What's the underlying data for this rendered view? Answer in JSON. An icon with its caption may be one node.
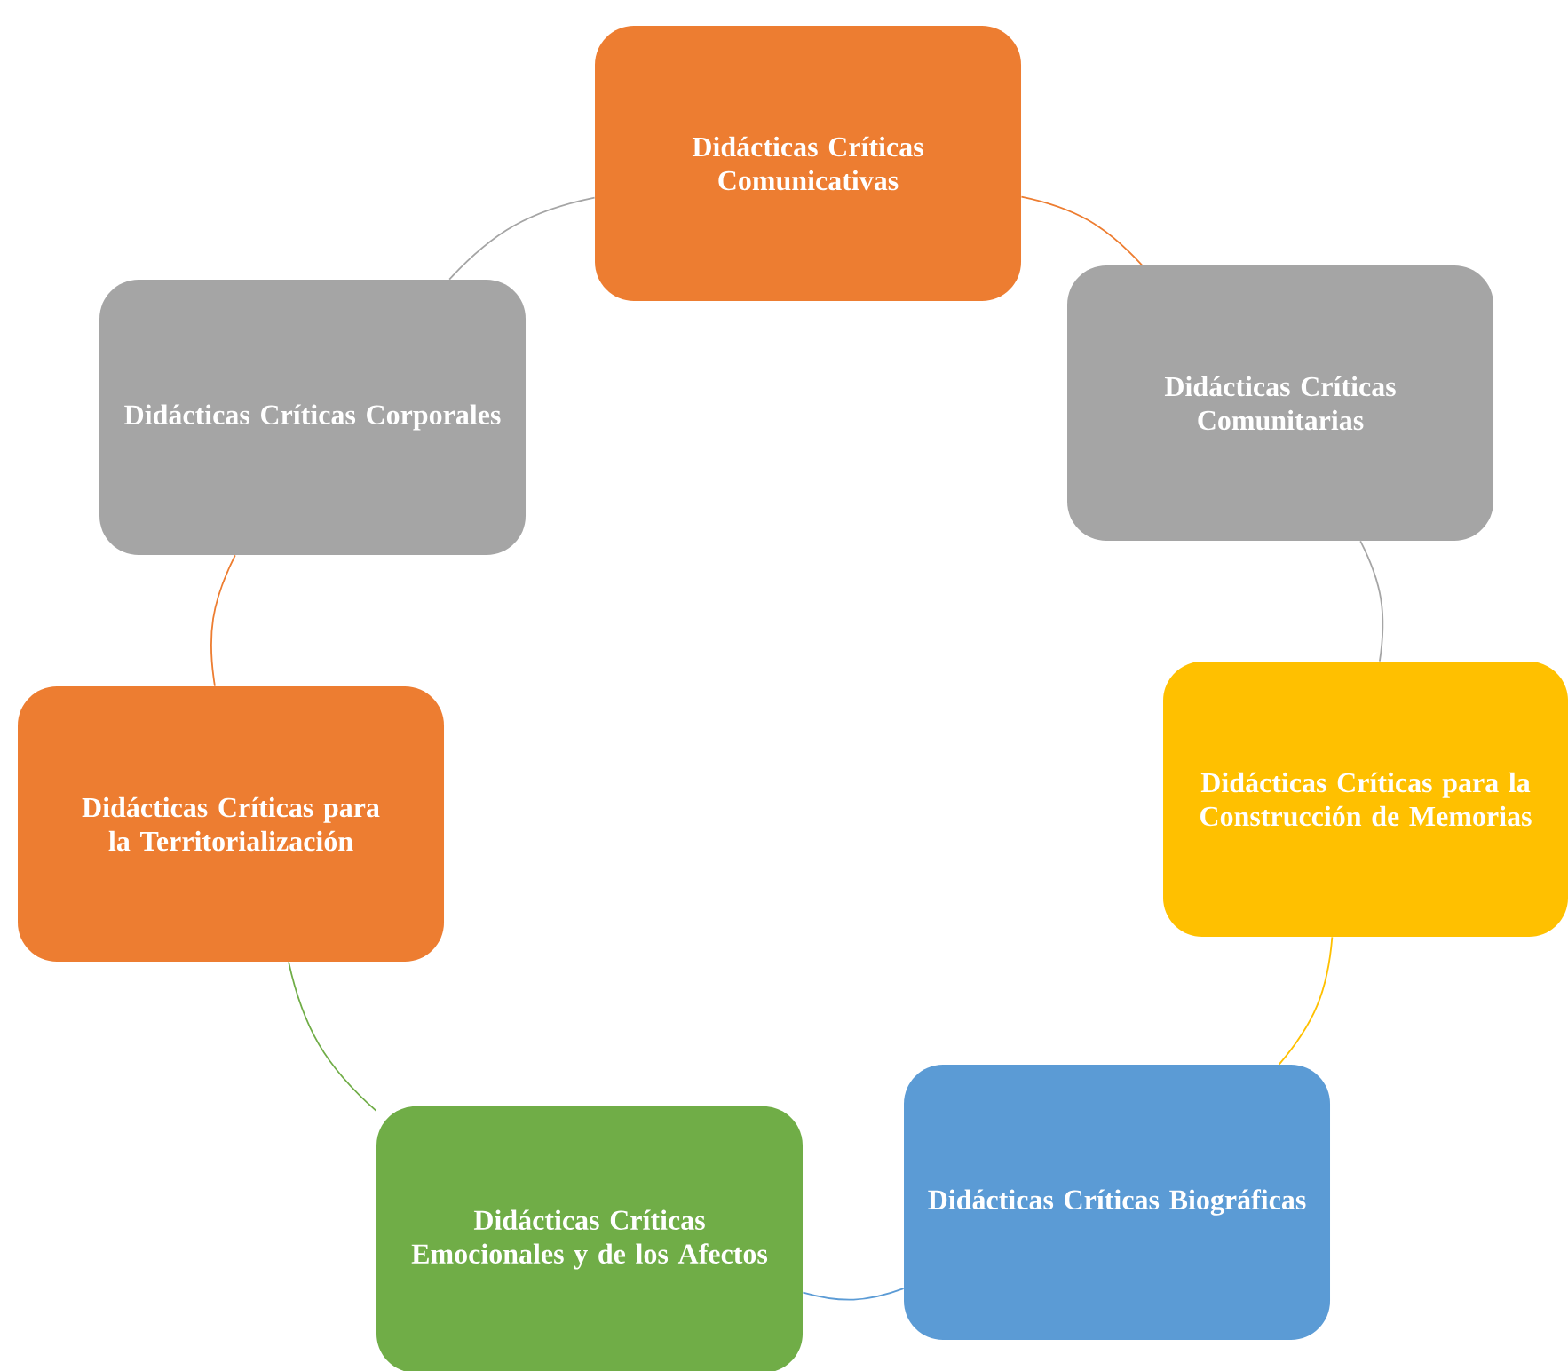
{
  "diagram": {
    "nodes": [
      {
        "text": [
          "Didácticas Críticas Comunicativas"
        ]
      },
      {
        "text": [
          "Didácticas Críticas Comunitarias"
        ]
      },
      {
        "text": [
          "Didácticas Críticas para la Construcción de Memorias"
        ]
      },
      {
        "text": [
          "Didácticas Críticas Biográficas"
        ]
      },
      {
        "text": [
          "Didácticas Críticas Emocionales y de los Afectos"
        ]
      },
      {
        "text": [
          "Didácticas Críticas para la Territorialización"
        ]
      },
      {
        "text": [
          "Didácticas Críticas Corporales"
        ]
      }
    ],
    "edges": [
      {
        "from": 0,
        "to": 1,
        "arrow": "none",
        "color": "#ed7d31"
      },
      {
        "from": 1,
        "to": 2,
        "arrow": "none",
        "color": "#a5a5a5"
      },
      {
        "from": 2,
        "to": 3,
        "arrow": "none",
        "color": "#ffc000"
      },
      {
        "from": 3,
        "to": 4,
        "arrow": "none",
        "color": "#5b9bd5"
      },
      {
        "from": 4,
        "to": 5,
        "arrow": "none",
        "color": "#70ad47"
      },
      {
        "from": 5,
        "to": 6,
        "arrow": "none",
        "color": "#ed7d31"
      },
      {
        "from": 6,
        "to": 0,
        "arrow": "none",
        "color": "#a5a5a5"
      }
    ]
  }
}
